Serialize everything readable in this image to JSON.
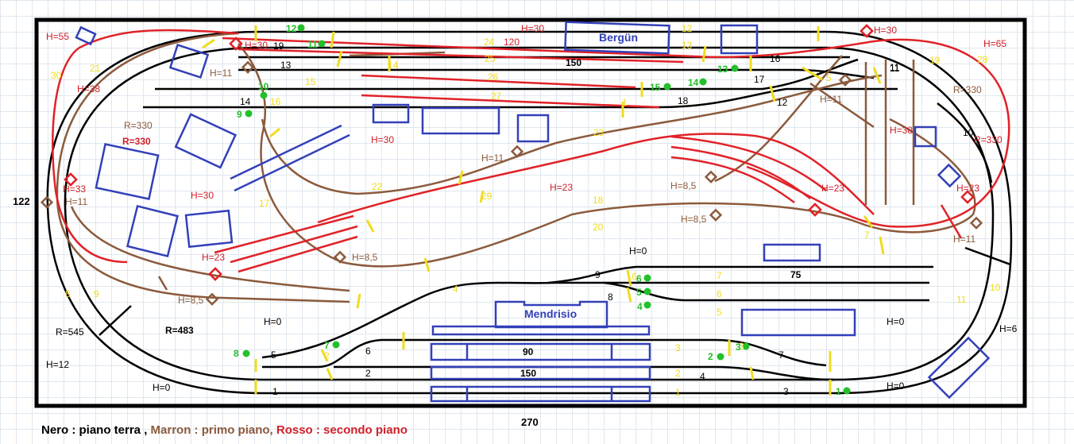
{
  "colors": {
    "ground": "#000000",
    "first_floor": "#8b5a3c",
    "second_floor": "#e02228",
    "building": "#3340b8",
    "label_yellow": "#f0dc1e",
    "signal_green": "#22c02a"
  },
  "dimensions": {
    "length": "270",
    "height": "122"
  },
  "legend": {
    "black": "Nero : piano terra ,",
    "brown": "Marron : primo piano,",
    "red": "Rosso : secondo piano"
  },
  "stations": {
    "upper": "Bergün",
    "lower": "Mendrisio"
  },
  "platform_lengths": {
    "p90": "90",
    "p150_low": "150",
    "p150_up": "150",
    "p75": "75"
  },
  "heights": {
    "h0_a": "H=0",
    "h0_b": "H=0",
    "h0_c": "H=0",
    "h0_d": "H=0",
    "h0_e": "H=0",
    "h6": "H=6",
    "h12": "H=12",
    "h30_top": "H=30",
    "h30_left": "H=30",
    "h30_mid": "H=30",
    "h30_right": "H=30",
    "h30_lower": "H=30",
    "h55": "H=55",
    "h65": "H=65",
    "h38_l": "H=38",
    "h38_r": "H=38",
    "h33": "H=33",
    "h23_l": "H=23",
    "h23_m": "H=23",
    "h23_r1": "H=23",
    "h23_r2": "H=23",
    "h11_a": "H=11",
    "h11_b": "H=11",
    "h11_c": "H=11",
    "h11_d": "H=11",
    "h11_e": "H=11",
    "h85_a": "H=8,5",
    "h85_b": "H=8,5",
    "h85_c": "H=8,5",
    "h85_d": "H=8,5"
  },
  "radii": {
    "r545": "R=545",
    "r483": "R=483",
    "r330_b1": "R=330",
    "r330_r1": "R=330",
    "r330_b2": "R=330",
    "r330_r2": "R=330"
  },
  "black_numbers": [
    "1",
    "2",
    "3",
    "4",
    "5",
    "6",
    "7",
    "8",
    "9",
    "10",
    "11",
    "12",
    "13",
    "14",
    "16",
    "17",
    "18",
    "19",
    "11"
  ],
  "yellow_numbers": [
    "1",
    "2",
    "3",
    "4",
    "5",
    "6",
    "7",
    "8",
    "9",
    "10",
    "11",
    "12",
    "13",
    "14",
    "15",
    "16",
    "17",
    "18",
    "19",
    "20",
    "21",
    "22",
    "23",
    "24",
    "25",
    "26",
    "27",
    "28",
    "29",
    "30",
    "1",
    "2",
    "3",
    "5",
    "6",
    "7"
  ],
  "green_numbers": [
    "1",
    "2",
    "3",
    "4",
    "5",
    "6",
    "7",
    "8",
    "9",
    "10",
    "11",
    "12",
    "13",
    "14",
    "15"
  ],
  "red_numbers": [
    "120"
  ]
}
